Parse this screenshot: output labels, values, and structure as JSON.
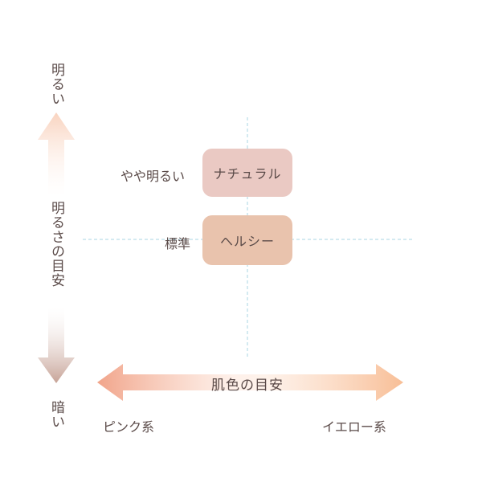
{
  "vertical_axis": {
    "top_label": "明るい",
    "middle_label": "明るさの目安",
    "bottom_label": "暗い",
    "arrow_top_color": "#f9d9c8",
    "arrow_bottom_color": "#caa89d"
  },
  "horizontal_axis": {
    "center_label": "肌色の目安",
    "left_label": "ピンク系",
    "right_label": "イエロー系",
    "arrow_left_color": "#f1a98e",
    "arrow_right_color": "#f8c39c"
  },
  "rows": [
    {
      "label": "やや明るい",
      "chip": "ナチュラル",
      "chip_color": "#eac9c3"
    },
    {
      "label": "標準",
      "chip": "ヘルシー",
      "chip_color": "#e9c3ad"
    }
  ],
  "guide_line_color": "#a9d5e3"
}
